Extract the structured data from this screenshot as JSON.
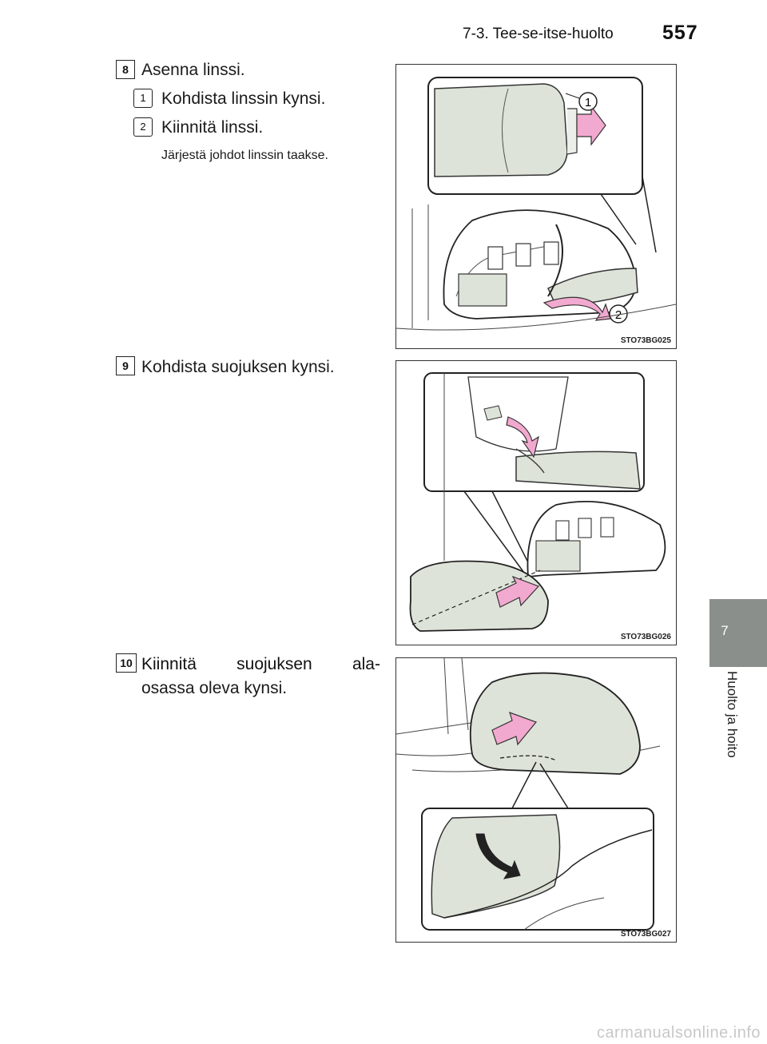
{
  "header": {
    "section": "7-3. Tee-se-itse-huolto",
    "page_number": "557"
  },
  "side_tab": {
    "chapter_number": "7",
    "chapter_title": "Huolto ja hoito"
  },
  "steps": [
    {
      "number": "8",
      "text": "Asenna linssi.",
      "substeps": [
        {
          "number": "1",
          "text": "Kohdista linssin kynsi."
        },
        {
          "number": "2",
          "text": "Kiinnitä linssi."
        }
      ],
      "note": "Järjestä johdot linssin taakse.",
      "figure": {
        "code": "STO73BG025",
        "callouts": [
          "1",
          "2"
        ]
      }
    },
    {
      "number": "9",
      "text": "Kohdista suojuksen kynsi.",
      "figure": {
        "code": "STO73BG026"
      }
    },
    {
      "number": "10",
      "text_line1_words": [
        "Kiinnitä",
        "suojuksen",
        "ala-"
      ],
      "text_line2": "osassa oleva kynsi.",
      "figure": {
        "code": "STO73BG027"
      }
    }
  ],
  "watermark": "carmanualsonline.info",
  "colors": {
    "pink_arrow": "#f2a9cf",
    "part_fill": "#dde3d8",
    "tab_gray": "#8a8f8b"
  }
}
